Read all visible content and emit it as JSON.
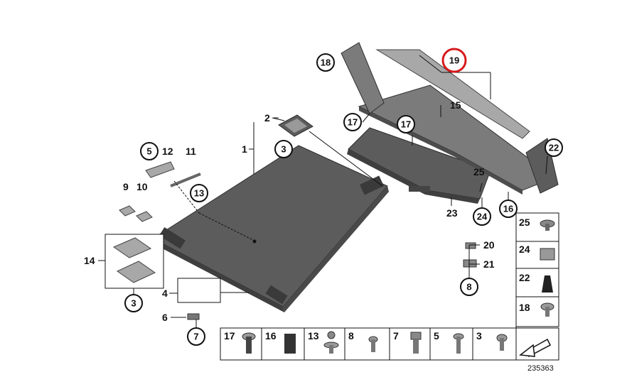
{
  "diagram_number": "235363",
  "highlighted_part": "19",
  "labels": {
    "p1": "1",
    "p2": "2",
    "p3": "3",
    "p4": "4",
    "p5": "5",
    "p6": "6",
    "p7": "7",
    "p8": "8",
    "p9": "9",
    "p10": "10",
    "p11": "11",
    "p12": "12",
    "p13": "13",
    "p14": "14",
    "p15": "15",
    "p16": "16",
    "p17": "17",
    "p18": "18",
    "p19": "19",
    "p20": "20",
    "p21": "21",
    "p22": "22",
    "p23": "23",
    "p24": "24",
    "p25": "25"
  },
  "side_table": [
    "25",
    "24",
    "22",
    "18"
  ],
  "bottom_table": [
    "17",
    "16",
    "13",
    "8",
    "7",
    "5",
    "3"
  ],
  "colors": {
    "highlight": "#d7191c",
    "part": "#5c5c5c",
    "line": "#111111"
  }
}
